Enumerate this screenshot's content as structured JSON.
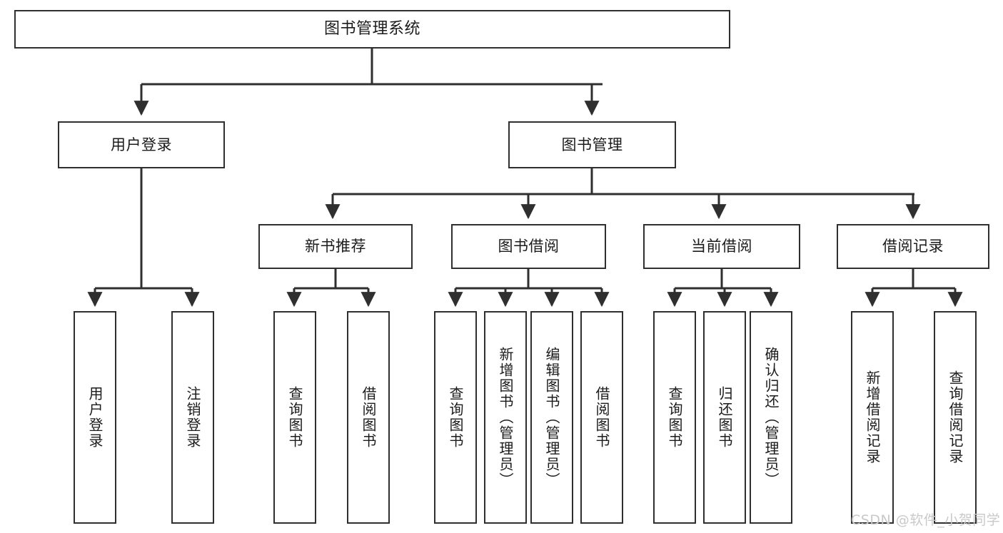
{
  "diagram": {
    "title": "图书管理系统",
    "watermark": "CSDN @软件_小贺同学",
    "colors": {
      "border": "#2f2f2f",
      "fill": "#ffffff",
      "text": "#1b1b1b",
      "connector": "#2f2f2f",
      "watermark": "#c9c9c9"
    },
    "levels": {
      "root": {
        "label": "图书管理系统"
      },
      "level2": [
        {
          "label": "用户登录"
        },
        {
          "label": "图书管理"
        }
      ],
      "level3": [
        {
          "label": "新书推荐"
        },
        {
          "label": "图书借阅"
        },
        {
          "label": "当前借阅"
        },
        {
          "label": "借阅记录"
        }
      ],
      "leaves": {
        "user_login": [
          {
            "label": "用户登录"
          },
          {
            "label": "注销登录"
          }
        ],
        "new_book": [
          {
            "label": "查询图书"
          },
          {
            "label": "借阅图书"
          }
        ],
        "book_borrow": [
          {
            "label": "查询图书"
          },
          {
            "label": "新增图书（管理员）"
          },
          {
            "label": "编辑图书（管理员）"
          },
          {
            "label": "借阅图书"
          }
        ],
        "current_borrow": [
          {
            "label": "查询图书"
          },
          {
            "label": "归还图书"
          },
          {
            "label": "确认归还（管理员）"
          }
        ],
        "borrow_record": [
          {
            "label": "新增借阅记录"
          },
          {
            "label": "查询借阅记录"
          }
        ]
      }
    }
  }
}
